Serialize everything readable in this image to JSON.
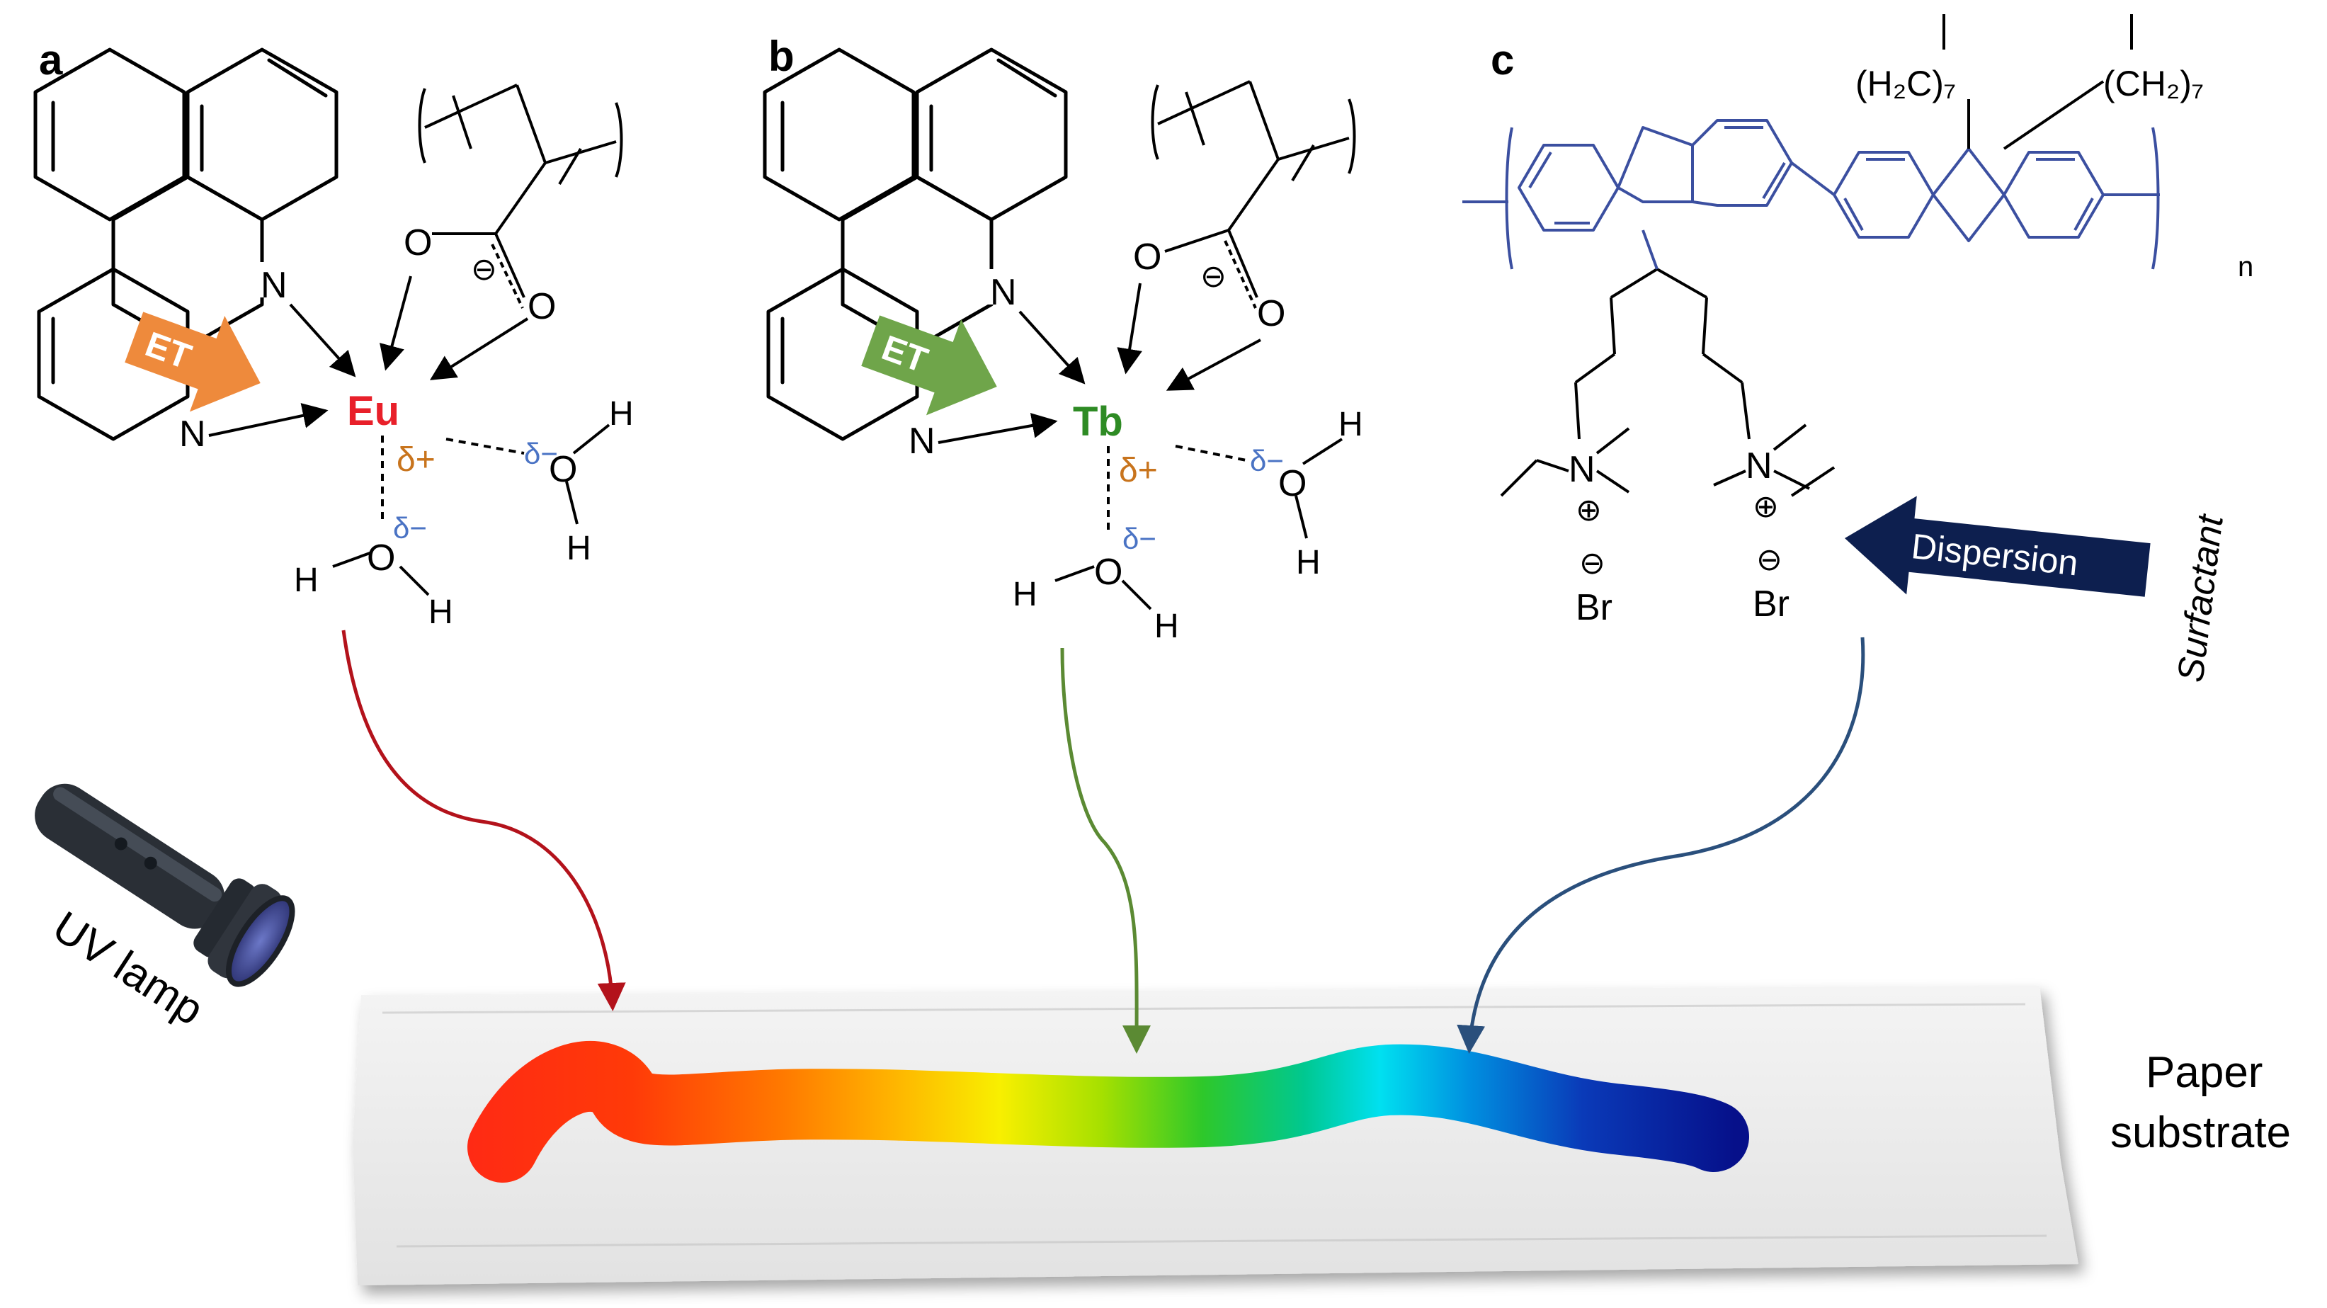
{
  "panels": {
    "a": {
      "label": "a",
      "metal": "Eu",
      "et": "ET",
      "n_top": "N",
      "n_bottom": "N",
      "o_carb1": "O",
      "o_carb2": "O",
      "charge": "⊖",
      "delta_plus": "δ+",
      "delta_minus": "δ−",
      "water_o": "O",
      "h": "H"
    },
    "b": {
      "label": "b",
      "metal": "Tb",
      "et": "ET",
      "n_top": "N",
      "n_bottom": "N",
      "o_carb1": "O",
      "o_carb2": "O",
      "charge": "⊖",
      "delta_plus": "δ+",
      "delta_minus": "δ−",
      "water_o": "O",
      "h": "H"
    },
    "c": {
      "label": "c",
      "chain_left": "(H₂C)₇",
      "chain_right": "(CH₂)₇",
      "n_sub": "n",
      "ammonium": "N",
      "plus": "⊕",
      "minus": "⊖",
      "bromide": "Br",
      "dispersion": "Dispersion",
      "surfactant": "Surfactant"
    }
  },
  "uv_lamp_label": "UV lamp",
  "substrate_label": "Paper substrate",
  "substrate_line1": "Paper",
  "substrate_line2": "substrate",
  "colors": {
    "eu": "#e8202a",
    "tb": "#2e8b24",
    "et_orange": "#ee8a3c",
    "et_green": "#6fa54a",
    "delta_plus": "#c8741d",
    "delta_minus": "#4a73c4",
    "polymer_blue": "#3b4fa0",
    "arrow_red": "#b3121b",
    "arrow_green": "#5b8a33",
    "arrow_blue": "#2a4f7c",
    "dispersion_arrow": "#0d1f4f"
  },
  "icons": [
    "flashlight-icon",
    "dispersion-arrow-icon",
    "et-arrow-icon"
  ]
}
